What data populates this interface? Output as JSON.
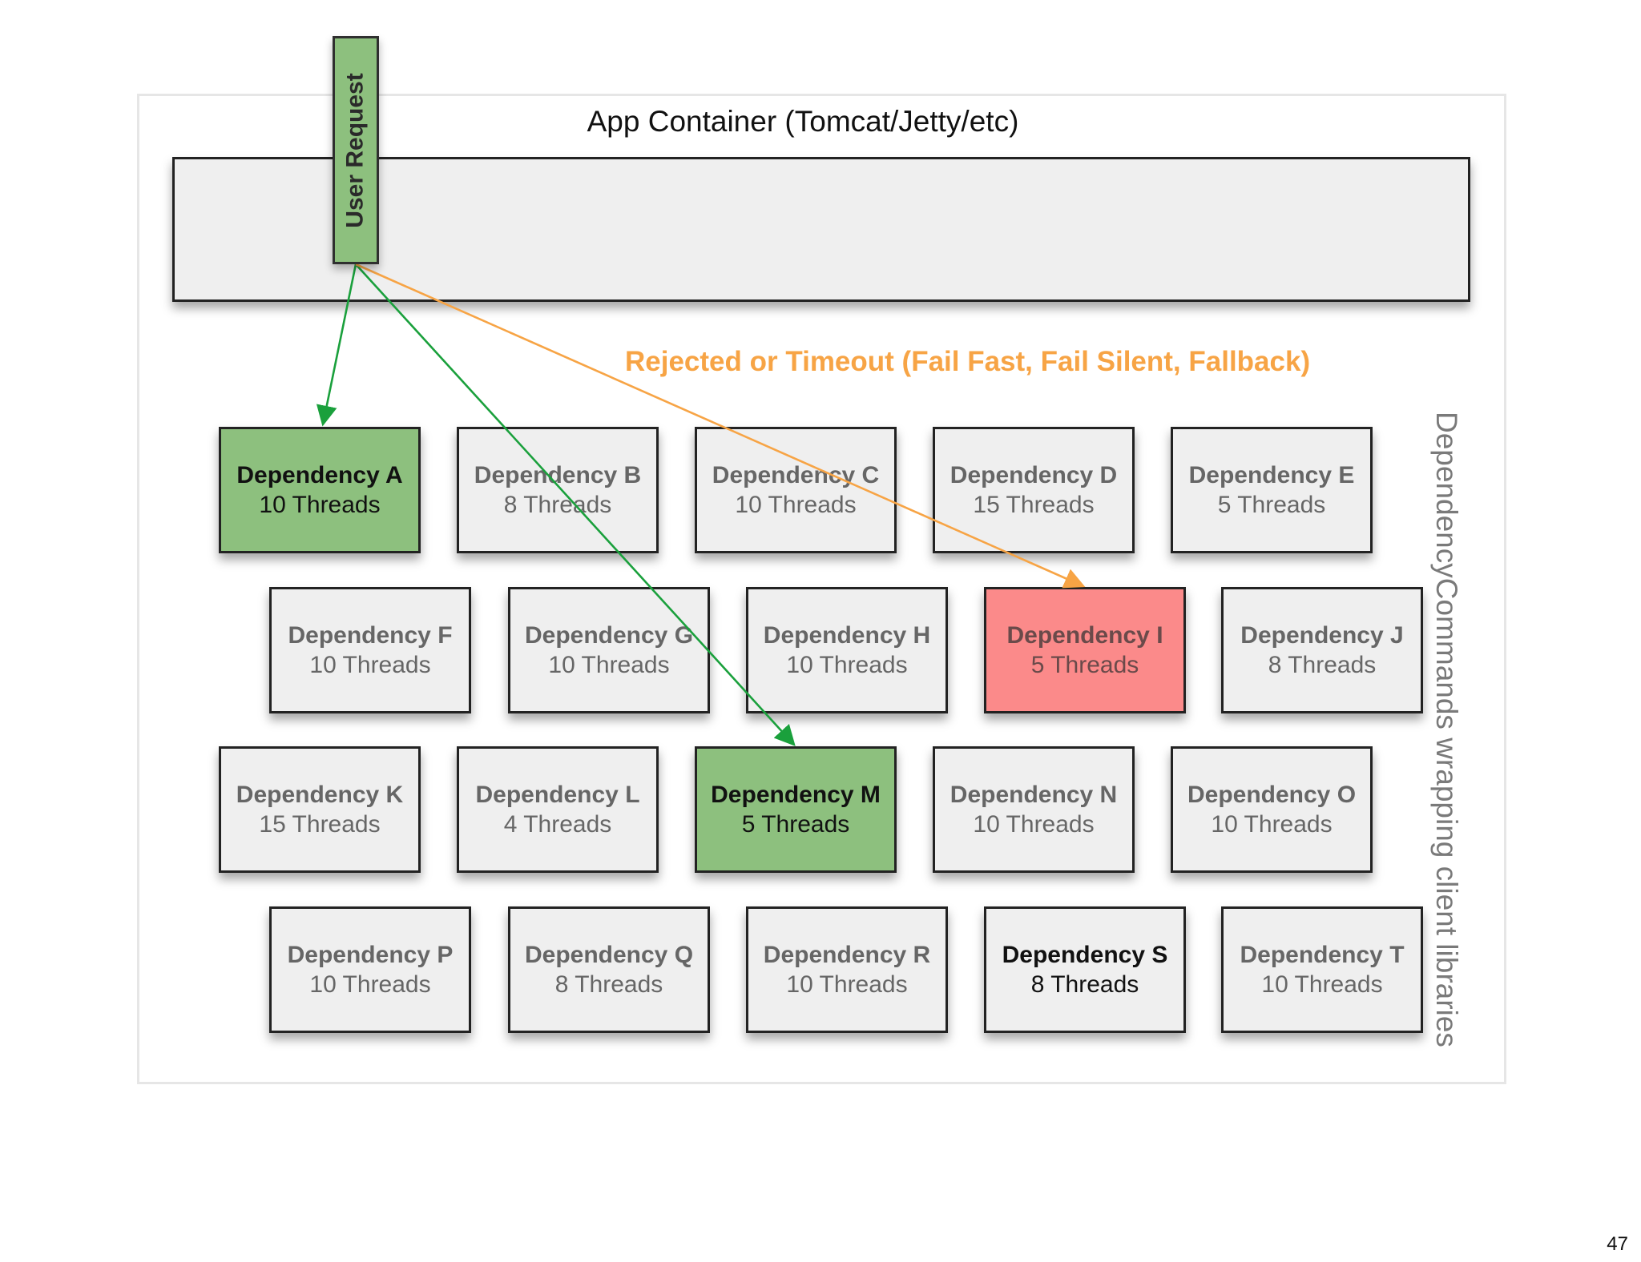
{
  "diagram": {
    "container_title": "App Container (Tomcat/Jetty/etc)",
    "user_request": "User Request",
    "reject_label": "Rejected or Timeout (Fail Fast, Fail Silent, Fallback)",
    "side_label": "DependencyCommands wrapping client libraries",
    "page_number": "47",
    "colors": {
      "selected": "#8dc07e",
      "rejected": "#fb8a8a",
      "green_arrow": "#1aa03c",
      "orange_arrow": "#f7a445"
    },
    "dependencies": [
      {
        "name": "Dependency A",
        "threads": "10 Threads",
        "state": "selected"
      },
      {
        "name": "Dependency B",
        "threads": "8 Threads",
        "state": "normal"
      },
      {
        "name": "Dependency C",
        "threads": "10 Threads",
        "state": "normal"
      },
      {
        "name": "Dependency D",
        "threads": "15 Threads",
        "state": "normal"
      },
      {
        "name": "Dependency E",
        "threads": "5 Threads",
        "state": "normal"
      },
      {
        "name": "Dependency F",
        "threads": "10 Threads",
        "state": "normal"
      },
      {
        "name": "Dependency G",
        "threads": "10 Threads",
        "state": "normal"
      },
      {
        "name": "Dependency H",
        "threads": "10 Threads",
        "state": "normal"
      },
      {
        "name": "Dependency I",
        "threads": "5 Threads",
        "state": "rejected"
      },
      {
        "name": "Dependency J",
        "threads": "8 Threads",
        "state": "normal"
      },
      {
        "name": "Dependency K",
        "threads": "15 Threads",
        "state": "normal"
      },
      {
        "name": "Dependency L",
        "threads": "4 Threads",
        "state": "normal"
      },
      {
        "name": "Dependency M",
        "threads": "5 Threads",
        "state": "selected"
      },
      {
        "name": "Dependency N",
        "threads": "10 Threads",
        "state": "normal"
      },
      {
        "name": "Dependency O",
        "threads": "10 Threads",
        "state": "normal"
      },
      {
        "name": "Dependency P",
        "threads": "10 Threads",
        "state": "normal"
      },
      {
        "name": "Dependency Q",
        "threads": "8 Threads",
        "state": "normal"
      },
      {
        "name": "Dependency R",
        "threads": "10 Threads",
        "state": "normal"
      },
      {
        "name": "Dependency S",
        "threads": "8 Threads",
        "state": "dark"
      },
      {
        "name": "Dependency T",
        "threads": "10 Threads",
        "state": "normal"
      }
    ]
  }
}
